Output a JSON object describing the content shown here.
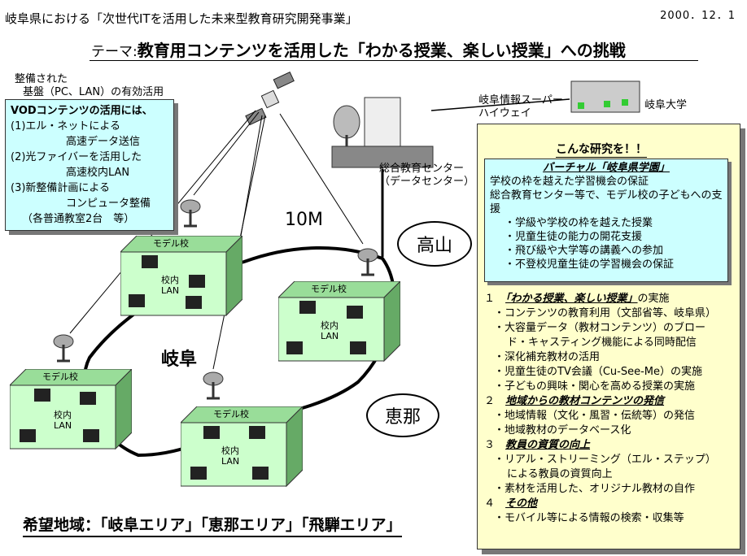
{
  "header": {
    "title": "岐阜県における「次世代ITを活用した未来型教育研究開発事業」",
    "date": "2000．12．1",
    "theme_lead": "テーマ:",
    "theme": "教育用コンテンツを活用した「わかる授業、楽しい授業」への挑戦"
  },
  "infra_note": [
    "整備された",
    "基盤（PC、LAN）の有効活用"
  ],
  "vod_box": {
    "lines": [
      "VODコンテンツの活用には、",
      "(1)エル・ネットによる",
      "高速データ送信",
      "(2)光ファイバーを活用した",
      "高速校内LAN",
      "(3)新整備計画による",
      "コンピュータ整備",
      "（各普通教室2台　等）"
    ]
  },
  "network": {
    "superhighway_label": [
      "岐阜情報スーパー",
      "ハイウェイ"
    ],
    "university_label": "岐阜大学",
    "center_label": [
      "総合教育センター",
      "（データセンター）"
    ],
    "bandwidth_label": "10M",
    "region_gifu": "岐阜",
    "region_takayama": "高山",
    "region_ena": "恵那",
    "school_label": "モデル校",
    "lan_label": [
      "校内",
      "LAN"
    ]
  },
  "research": {
    "heading": "こんな研究を！！",
    "virtual_title": "バーチャル「岐阜県学園」",
    "virtual_lines": [
      "学校の枠を越えた学習機会の保証",
      "総合教育センター等で、モデル校の子どもへの支援"
    ],
    "virtual_bullets": [
      "・学級や学校の枠を越えた授業",
      "・児童生徒の能力の開花支援",
      "・飛び級や大学等の講義への参加",
      "・不登校児童生徒の学習機会の保証"
    ],
    "sections": [
      {
        "num": "１",
        "title": "「わかる授業、楽しい授業」",
        "suffix": "の実施",
        "items": [
          "・コンテンツの教育利用（文部省等、岐阜県）",
          "・大容量データ（教材コンテンツ）のブロー",
          "ド・キャスティング機能による同時配信",
          "・深化補充教材の活用",
          "・児童生徒のTV会議（Cu-See-Me）の実施",
          "・子どもの興味・関心を高める授業の実施"
        ]
      },
      {
        "num": "２",
        "title": "地域からの教材コンテンツの発信",
        "suffix": "",
        "items": [
          "・地域情報（文化・風習・伝統等）の発信",
          "・地域教材のデータベース化"
        ]
      },
      {
        "num": "３",
        "title": "教員の資質の向上",
        "suffix": "",
        "items": [
          "・リアル・ストリーミング（エル・ステップ）",
          "による教員の資質向上",
          "・素材を活用した、オリジナル教材の自作"
        ]
      },
      {
        "num": "４",
        "title": "その他",
        "suffix": "",
        "items": [
          "・モバイル等による情報の検索・収集等"
        ]
      }
    ]
  },
  "hope": "希望地域：「岐阜エリア」「恵那エリア」「飛騨エリア」"
}
